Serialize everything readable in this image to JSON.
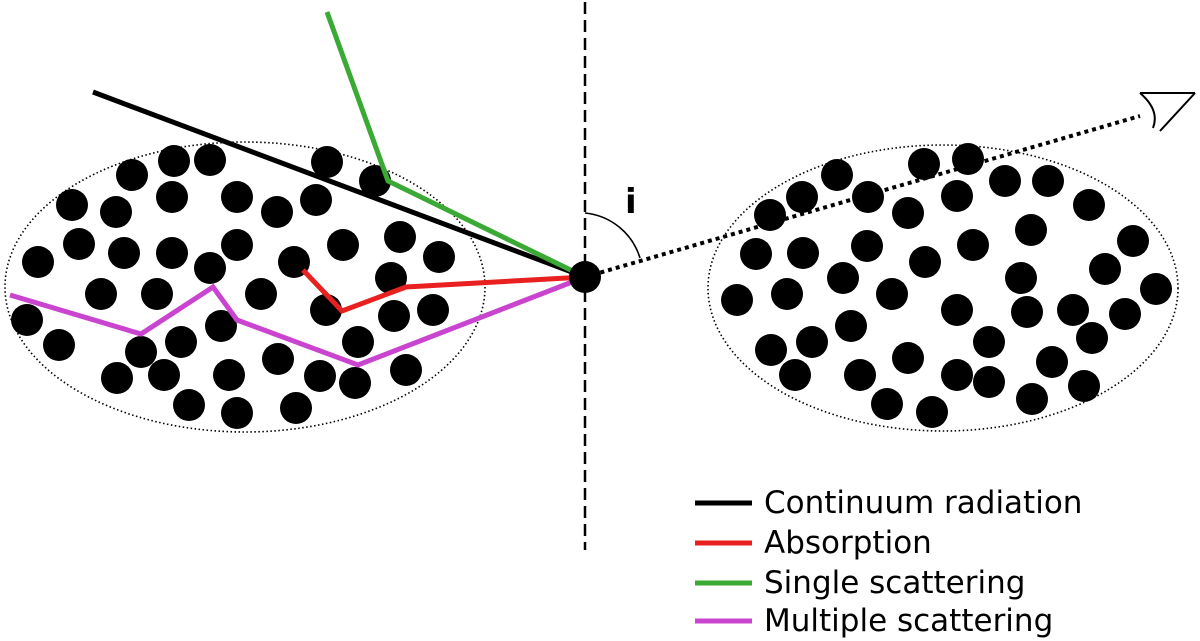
{
  "angle_label": "i",
  "legend": [
    {
      "label": "Continuum radiation",
      "color": "#000000"
    },
    {
      "label": "Absorption",
      "color": "#e8201f"
    },
    {
      "label": "Single scattering",
      "color": "#3aaa35"
    },
    {
      "label": "Multiple scattering",
      "color": "#c944cf"
    }
  ],
  "colors": {
    "continuum": "#000000",
    "absorption": "#e8201f",
    "single": "#3aaa35",
    "multiple": "#c944cf"
  }
}
